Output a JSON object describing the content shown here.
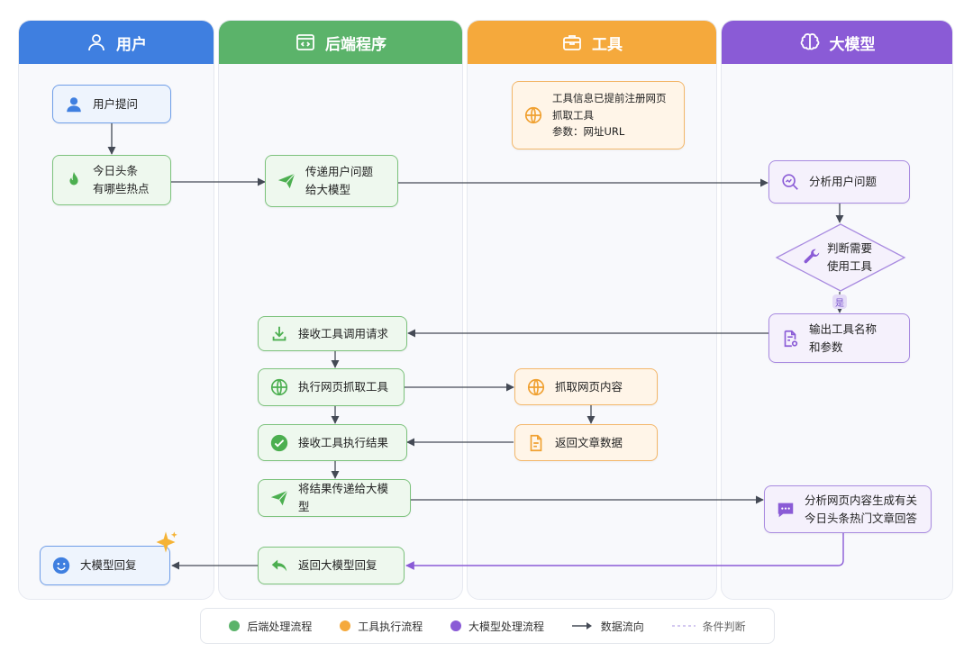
{
  "lanes": {
    "user": {
      "title": "用户",
      "color": "#3f7fe0"
    },
    "backend": {
      "title": "后端程序",
      "color": "#5bb36a"
    },
    "tools": {
      "title": "工具",
      "color": "#f5a93c"
    },
    "llm": {
      "title": "大模型",
      "color": "#8a5bd6"
    }
  },
  "nodes": {
    "user_question": "用户提问",
    "today_topics": "今日头条\n有哪些热点",
    "pass_question": "传递用户问题\n给大模型",
    "tool_info": "工具信息已提前注册网页\n抓取工具\n参数：网址URL",
    "analyze_question": "分析用户问题",
    "judge_tool": "判断需要\n使用工具",
    "yes_label": "是",
    "output_tool": "输出工具名称\n和参数",
    "receive_request": "接收工具调用请求",
    "exec_scrape": "执行网页抓取工具",
    "scrape_content": "抓取网页内容",
    "return_article": "返回文章数据",
    "receive_result": "接收工具执行结果",
    "pass_result": "将结果传递给大模型",
    "analyze_content": "分析网页内容生成有关\n今日头条热门文章回答",
    "return_reply": "返回大模型回复",
    "llm_reply": "大模型回复"
  },
  "legend": {
    "backend": "后端处理流程",
    "tools": "工具执行流程",
    "llm": "大模型处理流程",
    "data_flow": "数据流向",
    "condition": "条件判断"
  }
}
